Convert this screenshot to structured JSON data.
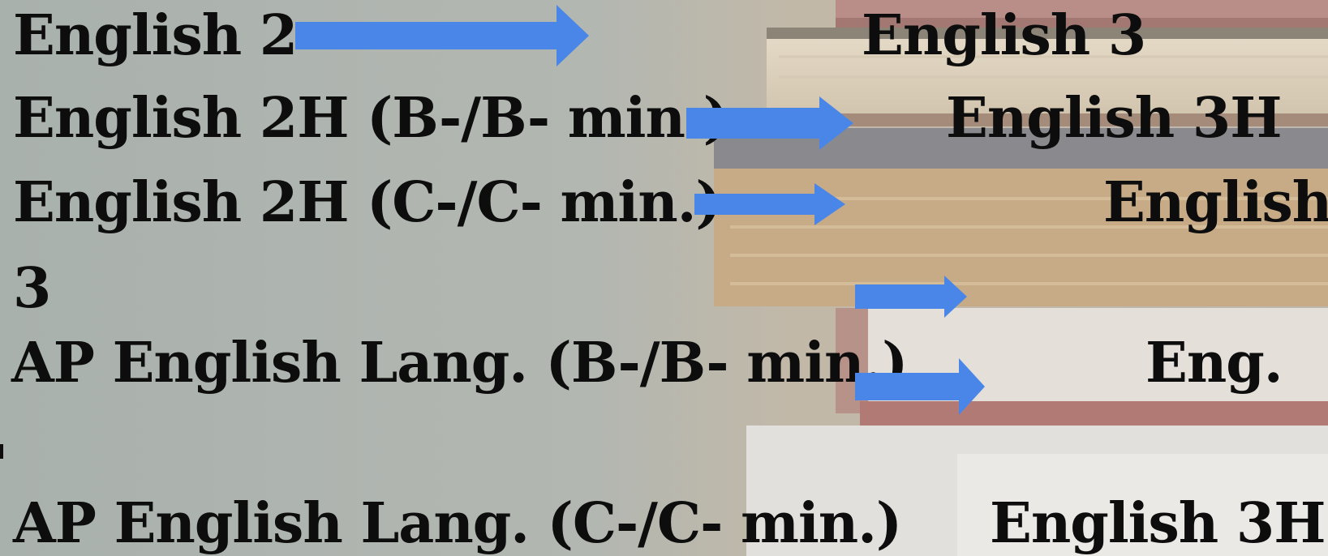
{
  "rows": [
    {
      "from": "English 2",
      "to": "English 3"
    },
    {
      "from": "English 2H (B-/B- min.)",
      "to": "English 3H"
    },
    {
      "from": "English 2H (C-/C- min.)",
      "to": "English"
    },
    {
      "wrap": "3"
    },
    {
      "from": "AP English Lang. (B-/B- min.)",
      "to": "Eng."
    },
    {
      "from": "AP English Lang. (C-/C- min.)",
      "to": "English 3H"
    }
  ],
  "colors": {
    "arrow": "#4a86e8",
    "text": "#0d0d0d",
    "background": "#b4b8b2"
  },
  "background_image": "stack-of-books-photo"
}
